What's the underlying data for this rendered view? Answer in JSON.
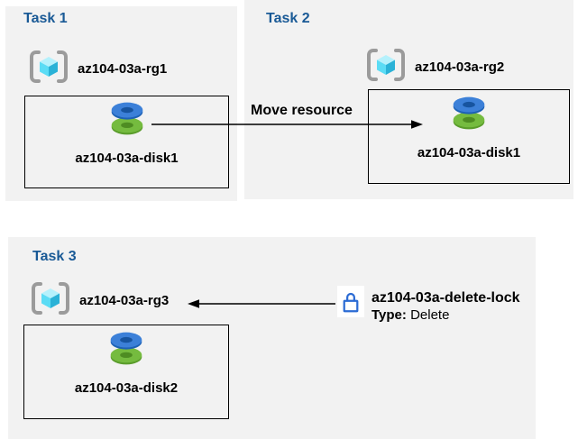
{
  "colors": {
    "panel_bg": "#f2f2f2",
    "heading": "#1a5a96",
    "text": "#000000",
    "box_border": "#000000",
    "lock_blue": "#2b6bd4",
    "bracket_gray": "#9b9b9b",
    "cube_top": "#b5f1fc",
    "cube_left": "#5bdcf5",
    "cube_right": "#2ab2d7",
    "disk_blue": "#3c80d8",
    "disk_blue_dark": "#1d61b5",
    "disk_blue_hole": "#17549f",
    "disk_green": "#75bb3f",
    "disk_green_dark": "#5a9c2b",
    "disk_green_hole": "#4e8c22"
  },
  "icons": {
    "resource_group": "azure-resource-group-icon",
    "disk": "azure-managed-disk-icon",
    "lock": "delete-lock-icon"
  },
  "tasks": [
    {
      "title": "Task 1",
      "resource_group": "az104-03a-rg1",
      "disk": "az104-03a-disk1"
    },
    {
      "title": "Task 2",
      "resource_group": "az104-03a-rg2",
      "disk": "az104-03a-disk1"
    },
    {
      "title": "Task 3",
      "resource_group": "az104-03a-rg3",
      "disk": "az104-03a-disk2"
    }
  ],
  "arrows": [
    {
      "label": "Move resource",
      "from": "az104-03a-disk1 (rg1)",
      "to": "az104-03a-rg2 box"
    },
    {
      "label": "",
      "from": "az104-03a-delete-lock",
      "to": "az104-03a-rg3"
    }
  ],
  "lock": {
    "name": "az104-03a-delete-lock",
    "type_label": "Type:",
    "type_value": "Delete"
  }
}
